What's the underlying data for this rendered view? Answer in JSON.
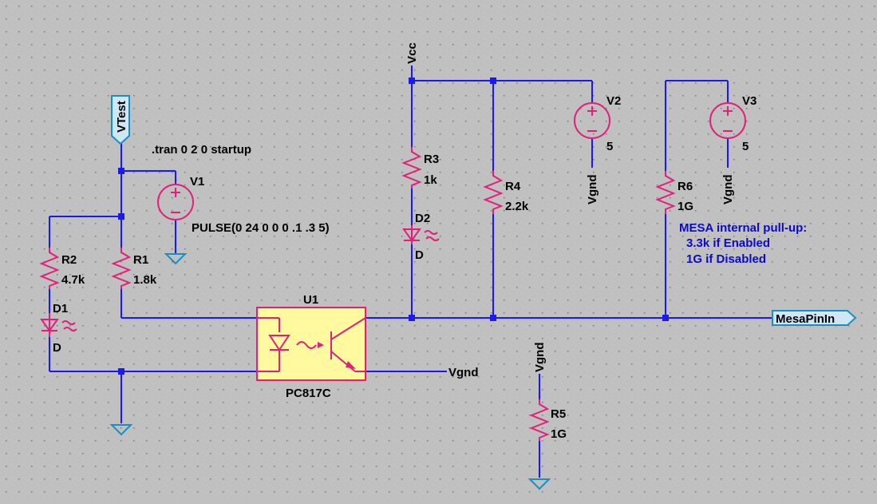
{
  "colors": {
    "background": "#c0c0c0",
    "wire": "#1a1af0",
    "component": "#e0207a",
    "ground": "#1a8fc0",
    "optocoupler_fill": "#fffaa0",
    "comment": "#0b0bc0"
  },
  "directive": ".tran 0 2 0 startup",
  "nets": {
    "vtest": "VTest",
    "vcc": "Vcc",
    "vgnd": "Vgnd",
    "mesa_pin": "MesaPinIn"
  },
  "sources": {
    "v1": {
      "name": "V1",
      "value": "PULSE(0 24 0 0 0 .1 .3 5)"
    },
    "v2": {
      "name": "V2",
      "value": "5"
    },
    "v3": {
      "name": "V3",
      "value": "5"
    }
  },
  "resistors": {
    "r1": {
      "name": "R1",
      "value": "1.8k"
    },
    "r2": {
      "name": "R2",
      "value": "4.7k"
    },
    "r3": {
      "name": "R3",
      "value": "1k"
    },
    "r4": {
      "name": "R4",
      "value": "2.2k"
    },
    "r5": {
      "name": "R5",
      "value": "1G"
    },
    "r6": {
      "name": "R6",
      "value": "1G"
    }
  },
  "diodes": {
    "d1": {
      "name": "D1",
      "model": "D"
    },
    "d2": {
      "name": "D2",
      "model": "D"
    }
  },
  "optocoupler": {
    "name": "U1",
    "model": "PC817C"
  },
  "comment": {
    "line1": "MESA internal pull-up:",
    "line2": "3.3k if Enabled",
    "line3": "1G if Disabled"
  }
}
